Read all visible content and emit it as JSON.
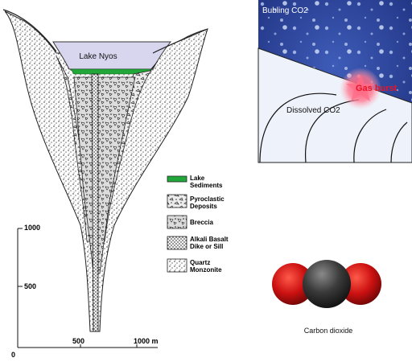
{
  "cross_section": {
    "lake_label": "Lake Nyos",
    "scale": {
      "y_ticks": [
        "1000",
        "500",
        "0"
      ],
      "x_ticks": [
        "500",
        "1000 m"
      ]
    },
    "legend": [
      {
        "label_line1": "Lake",
        "label_line2": "Sediments",
        "pattern": "green-band"
      },
      {
        "label_line1": "Pyroclastic",
        "label_line2": "Deposits",
        "pattern": "pyroclastic"
      },
      {
        "label_line1": "Breccia",
        "label_line2": "",
        "pattern": "breccia"
      },
      {
        "label_line1": "Alkali Basalt",
        "label_line2": "Dike or Sill",
        "pattern": "dike"
      },
      {
        "label_line1": "Quartz",
        "label_line2": "Monzonite",
        "pattern": "stipple"
      }
    ]
  },
  "water_panel": {
    "label_top": "Bubling CO2",
    "label_dissolved": "Dissolved CO2",
    "label_burst": "Gas burst"
  },
  "molecule": {
    "caption": "Carbon dioxide"
  },
  "colors": {
    "water_dark": "#1c2d7a",
    "water_light": "#3e5cb8",
    "sediment_green": "#22a83a",
    "lake_fill": "#d8d6ef",
    "oxygen_red": "#cc1111",
    "carbon_gray": "#3a3a3a",
    "burst_red": "#e8152a"
  }
}
